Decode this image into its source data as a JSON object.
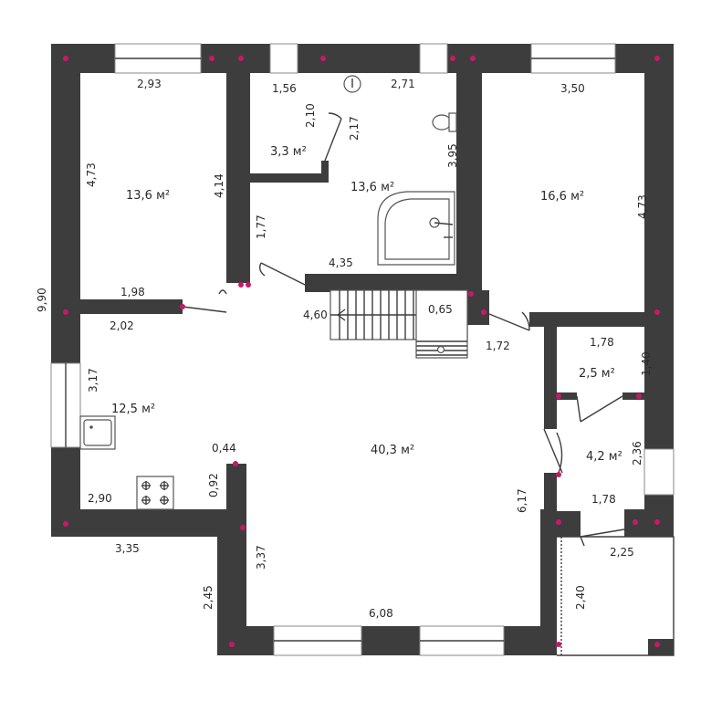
{
  "areas": {
    "room_top_left": "13,6 м²",
    "storage": "3,3 м²",
    "bathroom": "13,6 м²",
    "room_top_right": "16,6 м²",
    "kitchen": "12,5 м²",
    "hall": "40,3 м²",
    "closet_small": "2,5 м²",
    "corridor_right": "4,2 м²"
  },
  "dimensions": {
    "d_2_93": "2,93",
    "d_1_56": "1,56",
    "d_2_71": "2,71",
    "d_3_50": "3,50",
    "d_4_73_left": "4,73",
    "d_4_14": "4,14",
    "d_2_10": "2,10",
    "d_2_17": "2,17",
    "d_3_95": "3,95",
    "d_4_73_right": "4,73",
    "d_1_77": "1,77",
    "d_4_35": "4,35",
    "d_9_90": "9,90",
    "d_1_98": "1,98",
    "d_2_02": "2,02",
    "d_4_60": "4,60",
    "d_0_65": "0,65",
    "d_1_72": "1,72",
    "d_1_78_top": "1,78",
    "d_1_40": "1,40",
    "d_3_17": "3,17",
    "d_0_44": "0,44",
    "d_2_36": "2,36",
    "d_0_92": "0,92",
    "d_2_90": "2,90",
    "d_6_17": "6,17",
    "d_1_78_bottom": "1,78",
    "d_3_35": "3,35",
    "d_2_25": "2,25",
    "d_3_37": "3,37",
    "d_2_45": "2,45",
    "d_2_40": "2,40",
    "d_6_08": "6,08"
  }
}
